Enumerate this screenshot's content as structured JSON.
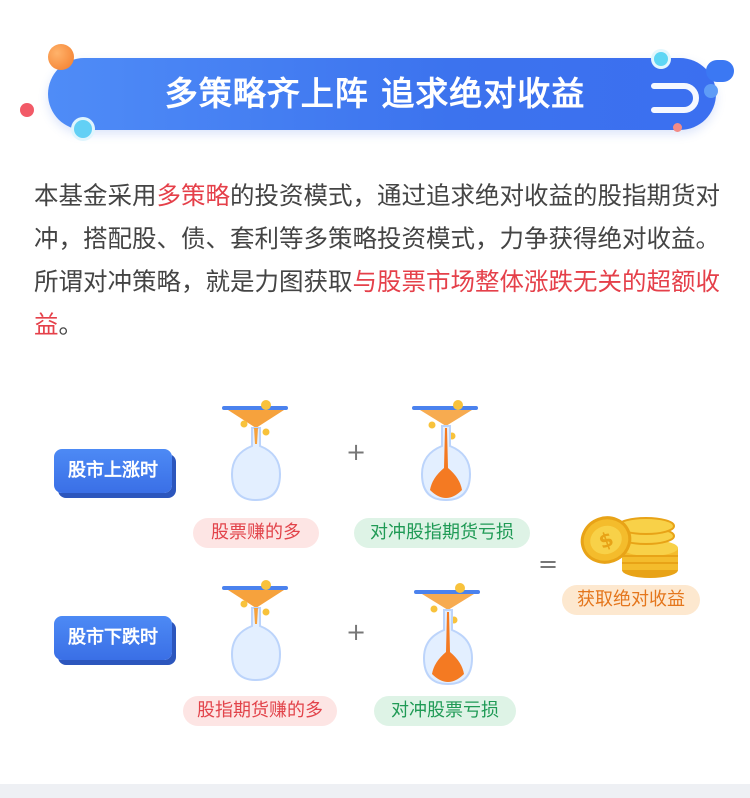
{
  "banner": {
    "title": "多策略齐上阵  追求绝对收益"
  },
  "paragraph": {
    "segments": [
      {
        "text": "本基金采用",
        "highlight": false
      },
      {
        "text": "多策略",
        "highlight": true
      },
      {
        "text": "的投资模式，通过追求绝对收益的股指期货对冲，搭配股、债、套利等多策略投资模式，力争获得绝对收益。所谓对冲策略，就是力图获取",
        "highlight": false
      },
      {
        "text": "与股票市场整体涨跌无关的超额收益",
        "highlight": true
      },
      {
        "text": "。",
        "highlight": false
      }
    ]
  },
  "diagram": {
    "rows": [
      {
        "state": "股市上涨时",
        "left_label": "股票赚的多",
        "right_label": "对冲股指期货亏损"
      },
      {
        "state": "股市下跌时",
        "left_label": "股指期货赚的多",
        "right_label": "对冲股票亏损"
      }
    ],
    "plus": "+",
    "equals": "=",
    "result_label": "获取绝对收益"
  },
  "colors": {
    "accent_blue": "#3c73ee",
    "highlight_red": "#e5404a",
    "loss_green": "#1f9a55",
    "result_orange": "#e4761c"
  }
}
